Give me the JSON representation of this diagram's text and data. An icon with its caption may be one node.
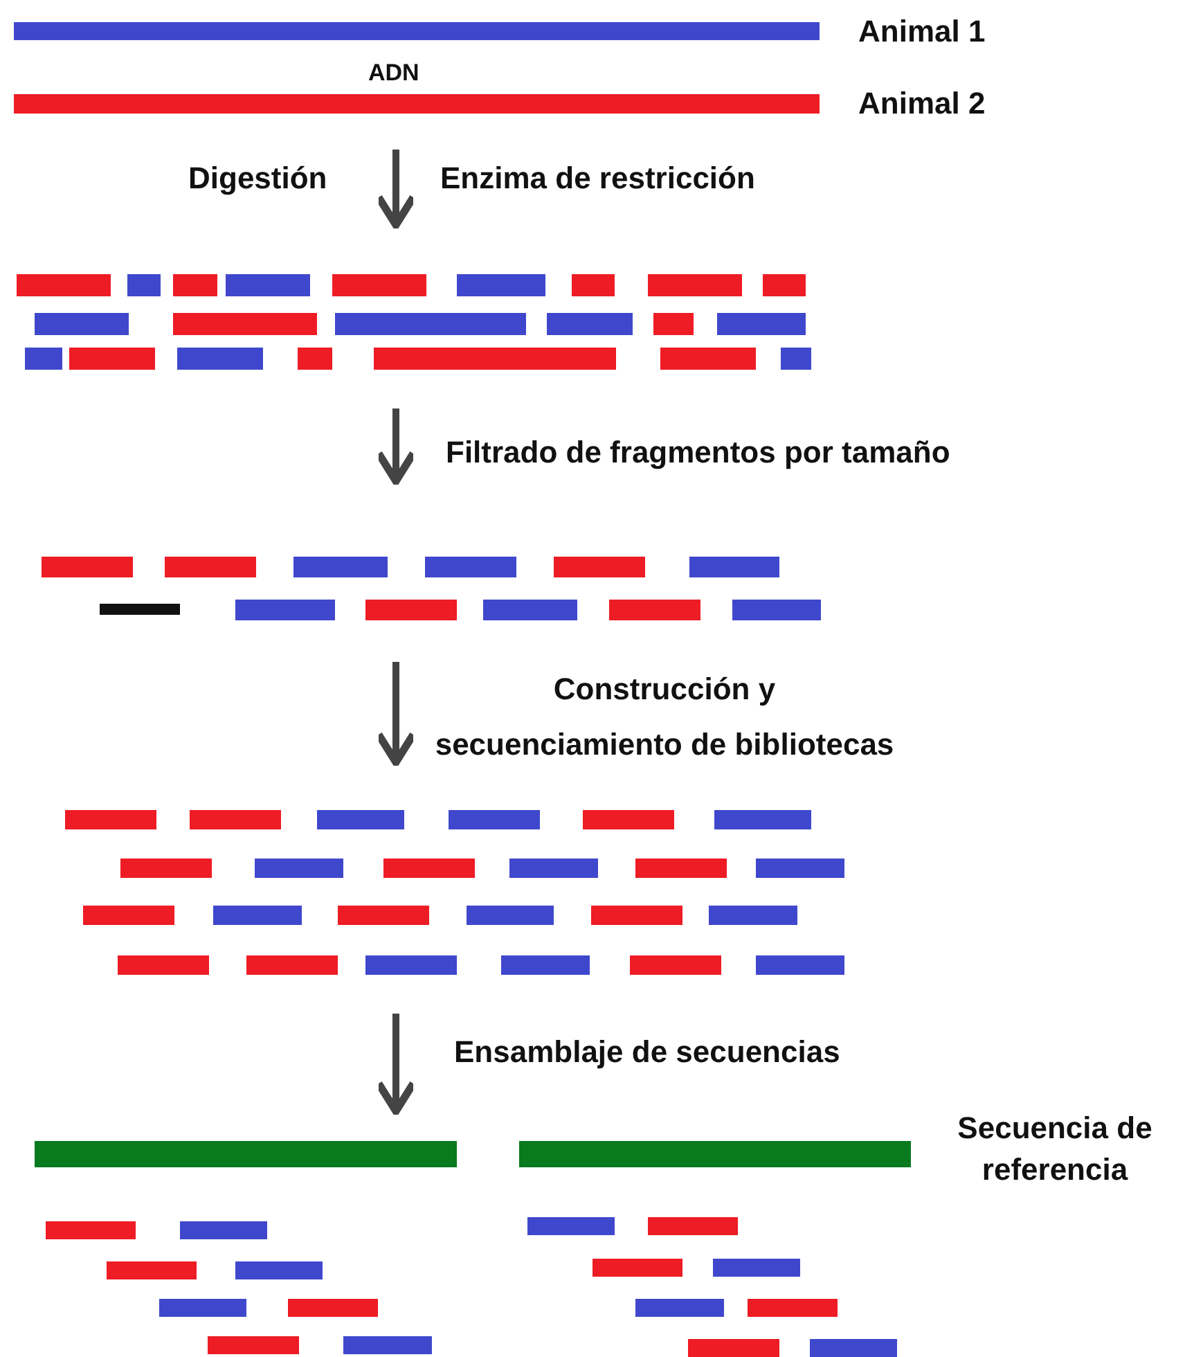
{
  "diagram": {
    "nodes": [
      {
        "text": [],
        "shape": "picture"
      },
      {
        "text": [],
        "shape": "picture"
      },
      {
        "text": [],
        "shape": "picture"
      },
      {
        "text": [],
        "shape": "picture"
      },
      {
        "text": [],
        "shape": "picture"
      }
    ],
    "edges": [
      {
        "from": 0,
        "to": 1,
        "arrow": "to",
        "label": "Enzima de restricción"
      },
      {
        "from": 1,
        "to": 2,
        "arrow": "to",
        "label": "Filtrado de fragmentos por tamaño"
      },
      {
        "from": 2,
        "to": 3,
        "arrow": "to",
        "label": "Construcción y secuenciamiento de bibliotecas"
      },
      {
        "from": 3,
        "to": 4,
        "arrow": "to",
        "label": "Ensamblaje de secuencias"
      }
    ],
    "labels": [
      "Animal 1",
      "ADN",
      "Animal 2",
      "Digestión",
      "Secuencia de referencia"
    ]
  }
}
